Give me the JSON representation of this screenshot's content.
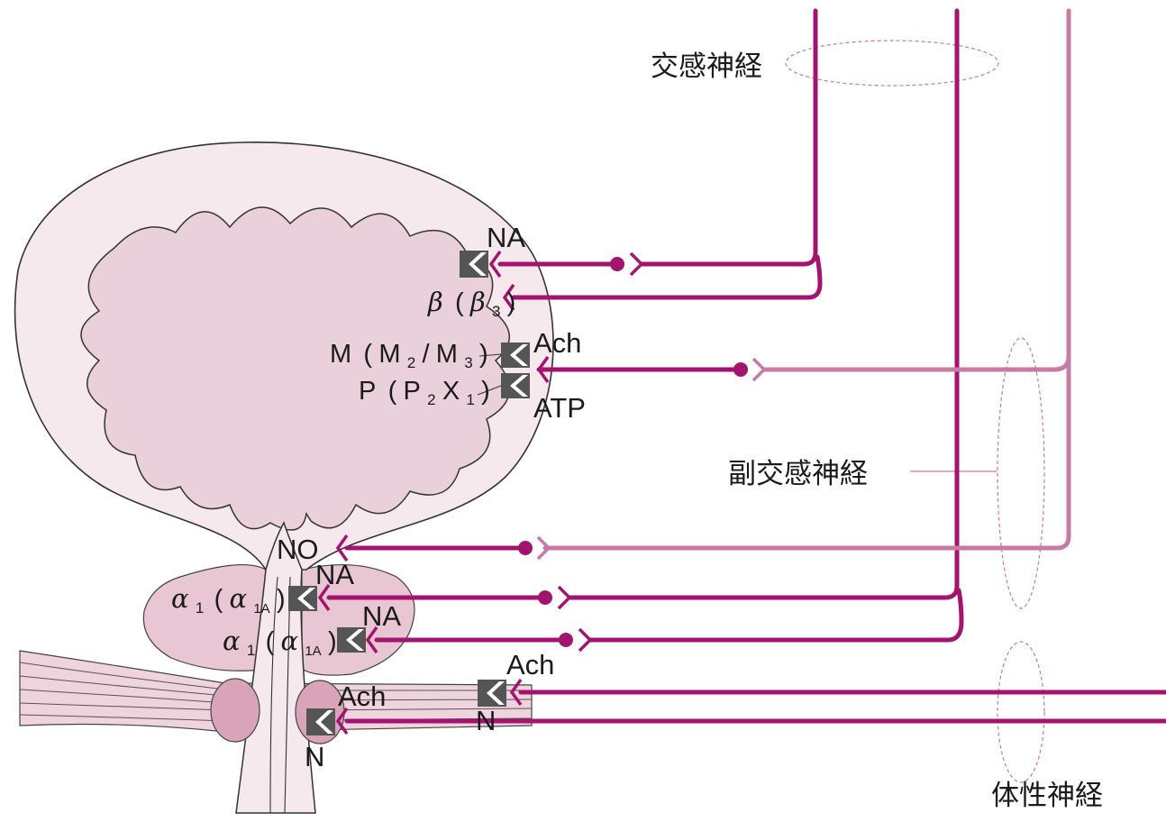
{
  "colors": {
    "nerve_dark": "#a2146f",
    "nerve_light": "#c77aa3",
    "bladder_outer": "#f6e9ee",
    "bladder_inner": "#ead0da",
    "prostate": "#e8c6d3",
    "sphincter": "#d9a3ba",
    "receptor": "#555555",
    "outline": "#333333"
  },
  "nerves": {
    "sympathetic": "交感神経",
    "parasympathetic": "副交感神経",
    "somatic": "体性神経"
  },
  "transmitters": {
    "na": "NA",
    "ach": "Ach",
    "atp": "ATP",
    "no": "NO",
    "n": "N"
  },
  "receptors": {
    "beta": {
      "main": "β",
      "paren_open": "(",
      "sub_main": "β",
      "sub_index": "3",
      "paren_close": ")"
    },
    "muscarinic": {
      "main": "M",
      "paren_open": "(",
      "a": "M",
      "a_index": "2",
      "slash": "/",
      "b": "M",
      "b_index": "3",
      "paren_close": ")"
    },
    "purinergic": {
      "main": "P",
      "paren_open": "(",
      "a": "P",
      "a_index": "2",
      "b": "X",
      "b_index": "1",
      "paren_close": ")"
    },
    "alpha": {
      "main": "α",
      "main_index": "1",
      "paren_open": "(",
      "sub_main": "α",
      "sub_index": "1A",
      "paren_close": ")"
    }
  }
}
